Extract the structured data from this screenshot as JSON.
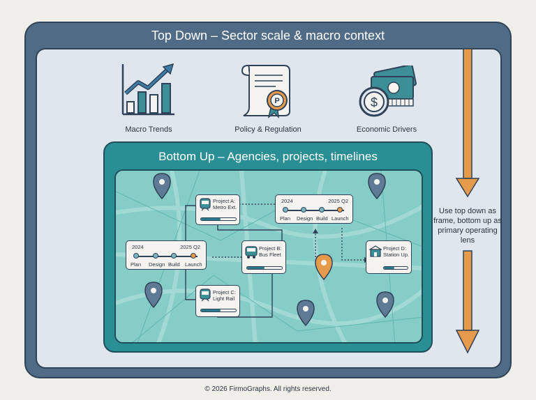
{
  "top_down": {
    "title": "Top Down – Sector scale & macro context"
  },
  "icons": [
    {
      "label": "Macro Trends",
      "icon": "chart-up-icon"
    },
    {
      "label": "Policy & Regulation",
      "icon": "policy-document-icon"
    },
    {
      "label": "Economic Drivers",
      "icon": "money-coin-icon"
    }
  ],
  "bottom_up": {
    "title": "Bottom Up – Agencies, projects, timelines"
  },
  "projects": {
    "a": {
      "line1": "Project A:",
      "line2": "Metro Ext.",
      "progress": 0.55
    },
    "b": {
      "line1": "Project B:",
      "line2": "Bus Fleet",
      "progress": 0.5
    },
    "c": {
      "line1": "Project C:",
      "line2": "Light Rail",
      "progress": 0.55
    },
    "d": {
      "line1": "Project D:",
      "line2": "Station Up.",
      "progress": 0.45
    }
  },
  "timeline_left": {
    "start": "2024",
    "end": "2025 Q2",
    "phases": [
      "Plan",
      "Design",
      "Build",
      "Launch"
    ]
  },
  "timeline_right": {
    "start": "2024",
    "end": "2025 Q2",
    "phases": [
      "Plan",
      "Design",
      "Build",
      "Launch"
    ]
  },
  "side_note": "Use top down as frame, bottom up as primary operating lens",
  "footer": "© 2026 FirmoGraphs. All rights reserved.",
  "colors": {
    "outer": "#4f6b86",
    "teal": "#2a8f94",
    "map": "#86cdc7",
    "orange": "#e59a4c",
    "dark": "#2f4257"
  }
}
